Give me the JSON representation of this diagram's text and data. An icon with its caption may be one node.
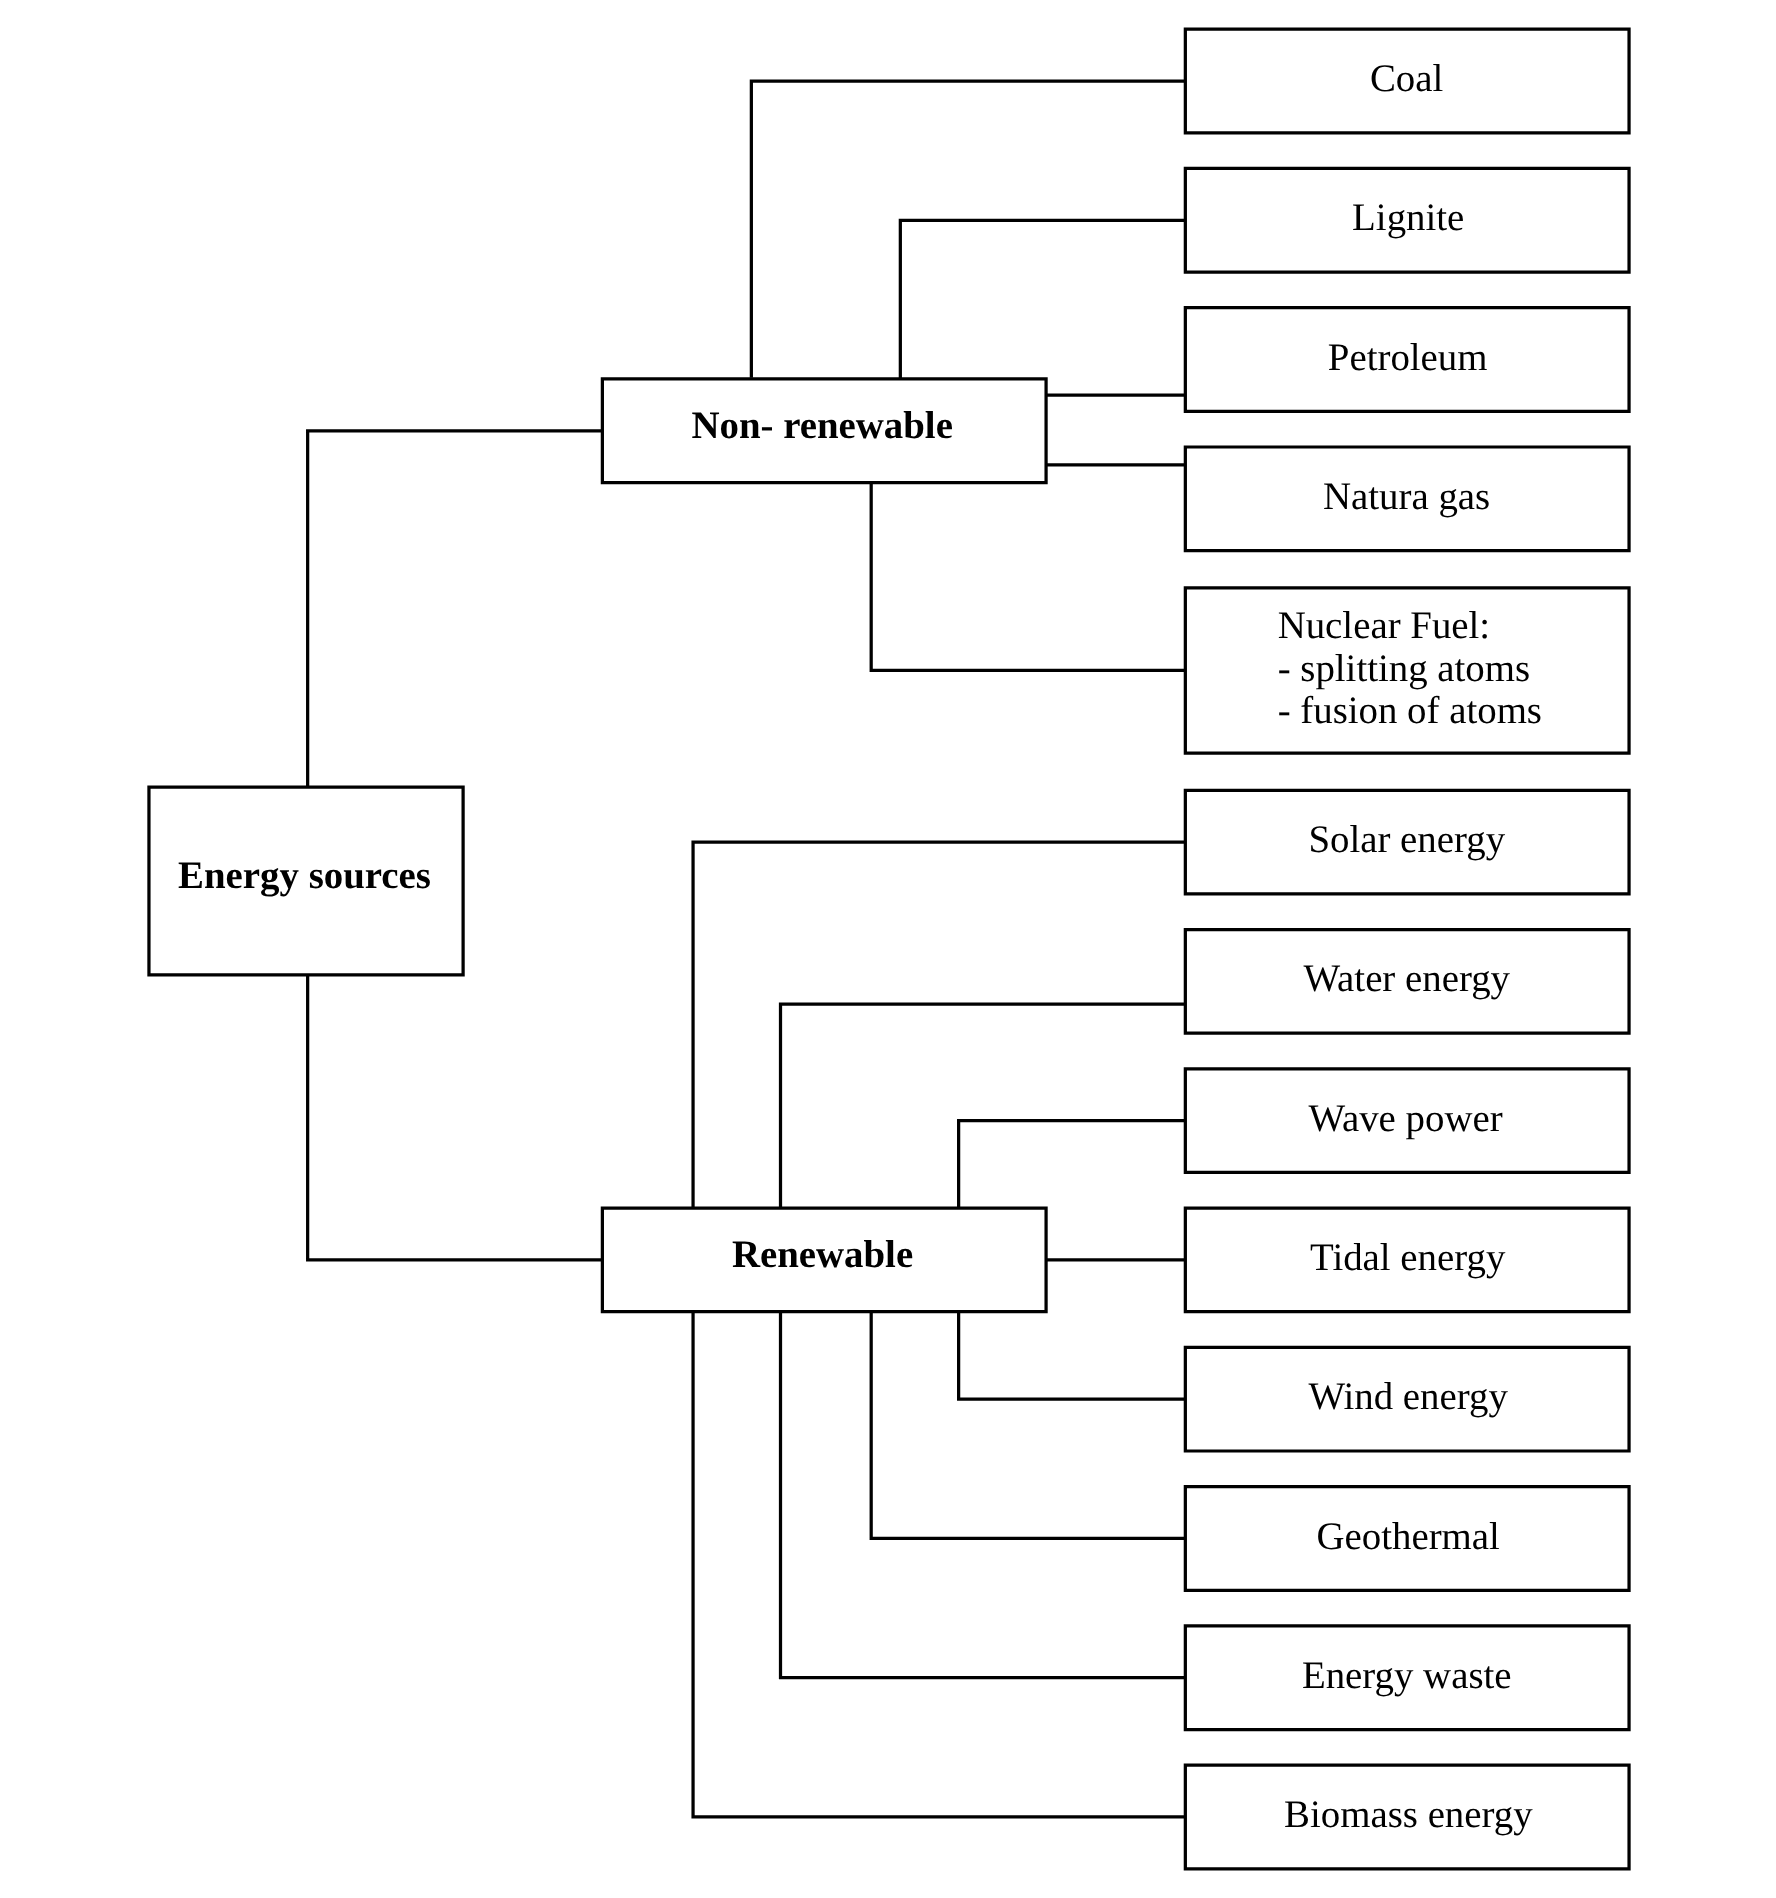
{
  "diagram": {
    "nodes": [
      {
        "text": [
          "Energy sources"
        ]
      },
      {
        "text": [
          "Non- renewable"
        ]
      },
      {
        "text": [
          "Renewable"
        ]
      },
      {
        "text": [
          "Coal"
        ]
      },
      {
        "text": [
          "Lignite"
        ]
      },
      {
        "text": [
          "Petroleum"
        ]
      },
      {
        "text": [
          "Natura gas"
        ]
      },
      {
        "text": [
          "Nuclear Fuel:",
          "- splitting atoms",
          "- fusion of atoms"
        ]
      },
      {
        "text": [
          "Solar energy"
        ]
      },
      {
        "text": [
          "Water energy"
        ]
      },
      {
        "text": [
          "Wave power"
        ]
      },
      {
        "text": [
          "Tidal energy"
        ]
      },
      {
        "text": [
          "Wind energy"
        ]
      },
      {
        "text": [
          "Geothermal"
        ]
      },
      {
        "text": [
          "Energy waste"
        ]
      },
      {
        "text": [
          "Biomass energy"
        ]
      }
    ],
    "edges": [
      {
        "from": 0,
        "to": 1,
        "arrow": "none"
      },
      {
        "from": 0,
        "to": 2,
        "arrow": "none"
      },
      {
        "from": 1,
        "to": 3,
        "arrow": "none"
      },
      {
        "from": 1,
        "to": 4,
        "arrow": "none"
      },
      {
        "from": 1,
        "to": 5,
        "arrow": "none"
      },
      {
        "from": 1,
        "to": 6,
        "arrow": "none"
      },
      {
        "from": 1,
        "to": 7,
        "arrow": "none"
      },
      {
        "from": 2,
        "to": 8,
        "arrow": "none"
      },
      {
        "from": 2,
        "to": 9,
        "arrow": "none"
      },
      {
        "from": 2,
        "to": 10,
        "arrow": "none"
      },
      {
        "from": 2,
        "to": 11,
        "arrow": "none"
      },
      {
        "from": 2,
        "to": 12,
        "arrow": "none"
      },
      {
        "from": 2,
        "to": 13,
        "arrow": "none"
      },
      {
        "from": 2,
        "to": 14,
        "arrow": "none"
      },
      {
        "from": 2,
        "to": 15,
        "arrow": "none"
      }
    ]
  }
}
